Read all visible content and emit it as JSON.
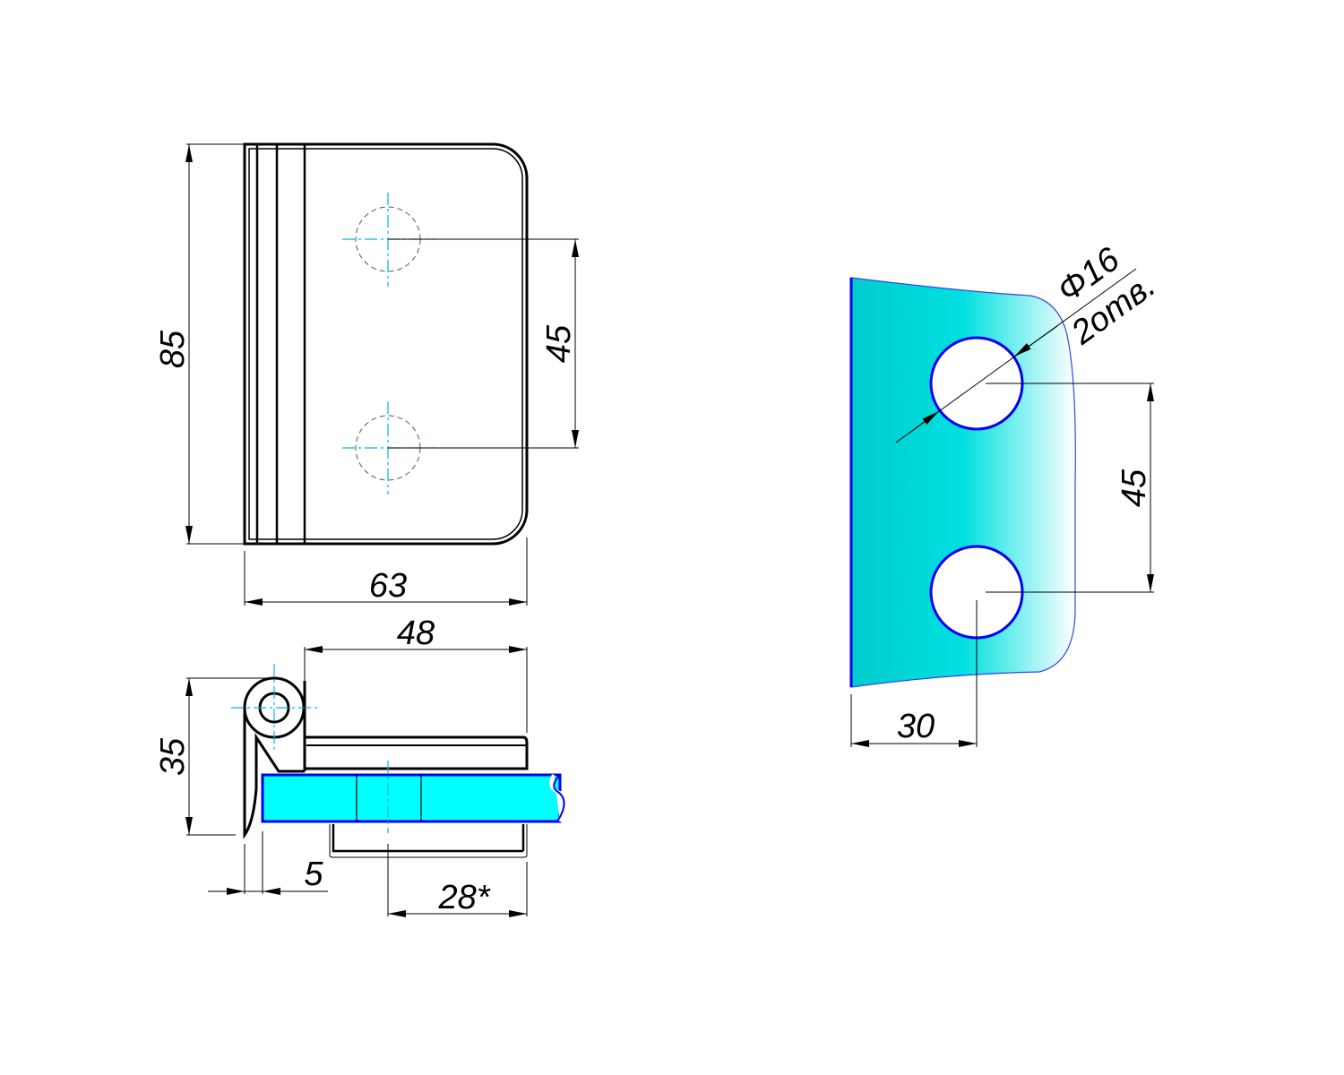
{
  "drawing": {
    "front_view": {
      "height_label": "85",
      "hole_spacing_label": "45",
      "width_label": "63"
    },
    "side_view": {
      "plate_length_label": "48",
      "height_label": "35",
      "offset_label": "5",
      "hole_offset_label": "28*"
    },
    "glass_view": {
      "hole_diameter_label": "Φ16",
      "hole_count_label": "2отв.",
      "hole_spacing_label": "45",
      "edge_distance_label": "30"
    },
    "colors": {
      "glass": "#00ffff",
      "glass_outline": "#0000ee",
      "gradient_start": "#00cccc",
      "centerline": "#00b8e0"
    }
  }
}
